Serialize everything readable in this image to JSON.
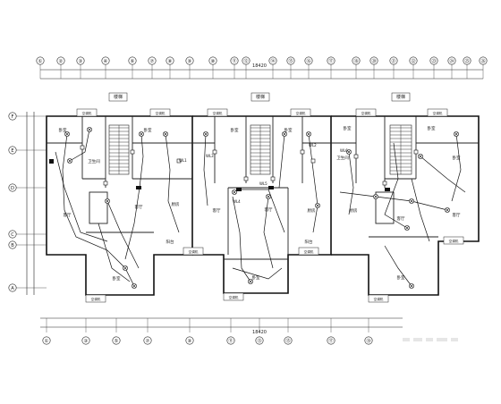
{
  "plan": {
    "top_axes": [
      "①",
      "②",
      "③",
      "④",
      "⑥",
      "⑦",
      "⑧",
      "⑨",
      "⑩",
      "⑪",
      "⑫",
      "⑭",
      "⑮",
      "⑯",
      "⑰",
      "⑱",
      "⑳",
      "㉑",
      "㉒",
      "㉓",
      "㉔",
      "㉕",
      "㉖"
    ],
    "bottom_axes": [
      "①",
      "③",
      "⑤",
      "⑦",
      "⑨",
      "⑪",
      "⑬",
      "⑮",
      "⑰",
      "⑲"
    ],
    "left_axes": [
      "F",
      "E",
      "D",
      "C",
      "B",
      "A"
    ],
    "stair_labels": [
      "楼梯",
      "楼梯",
      "楼梯"
    ],
    "room_labels": {
      "bedroom": "卧室",
      "living": "客厅",
      "kitchen": "厨房",
      "bath": "卫生间",
      "balcony": "阳台",
      "aircon": "空调机"
    },
    "circuit_labels": [
      "WL1",
      "WL2",
      "WL3",
      "WL4",
      "WL5",
      "WL6"
    ],
    "top_dim_total": "18420",
    "bottom_dim_total": "18420"
  }
}
